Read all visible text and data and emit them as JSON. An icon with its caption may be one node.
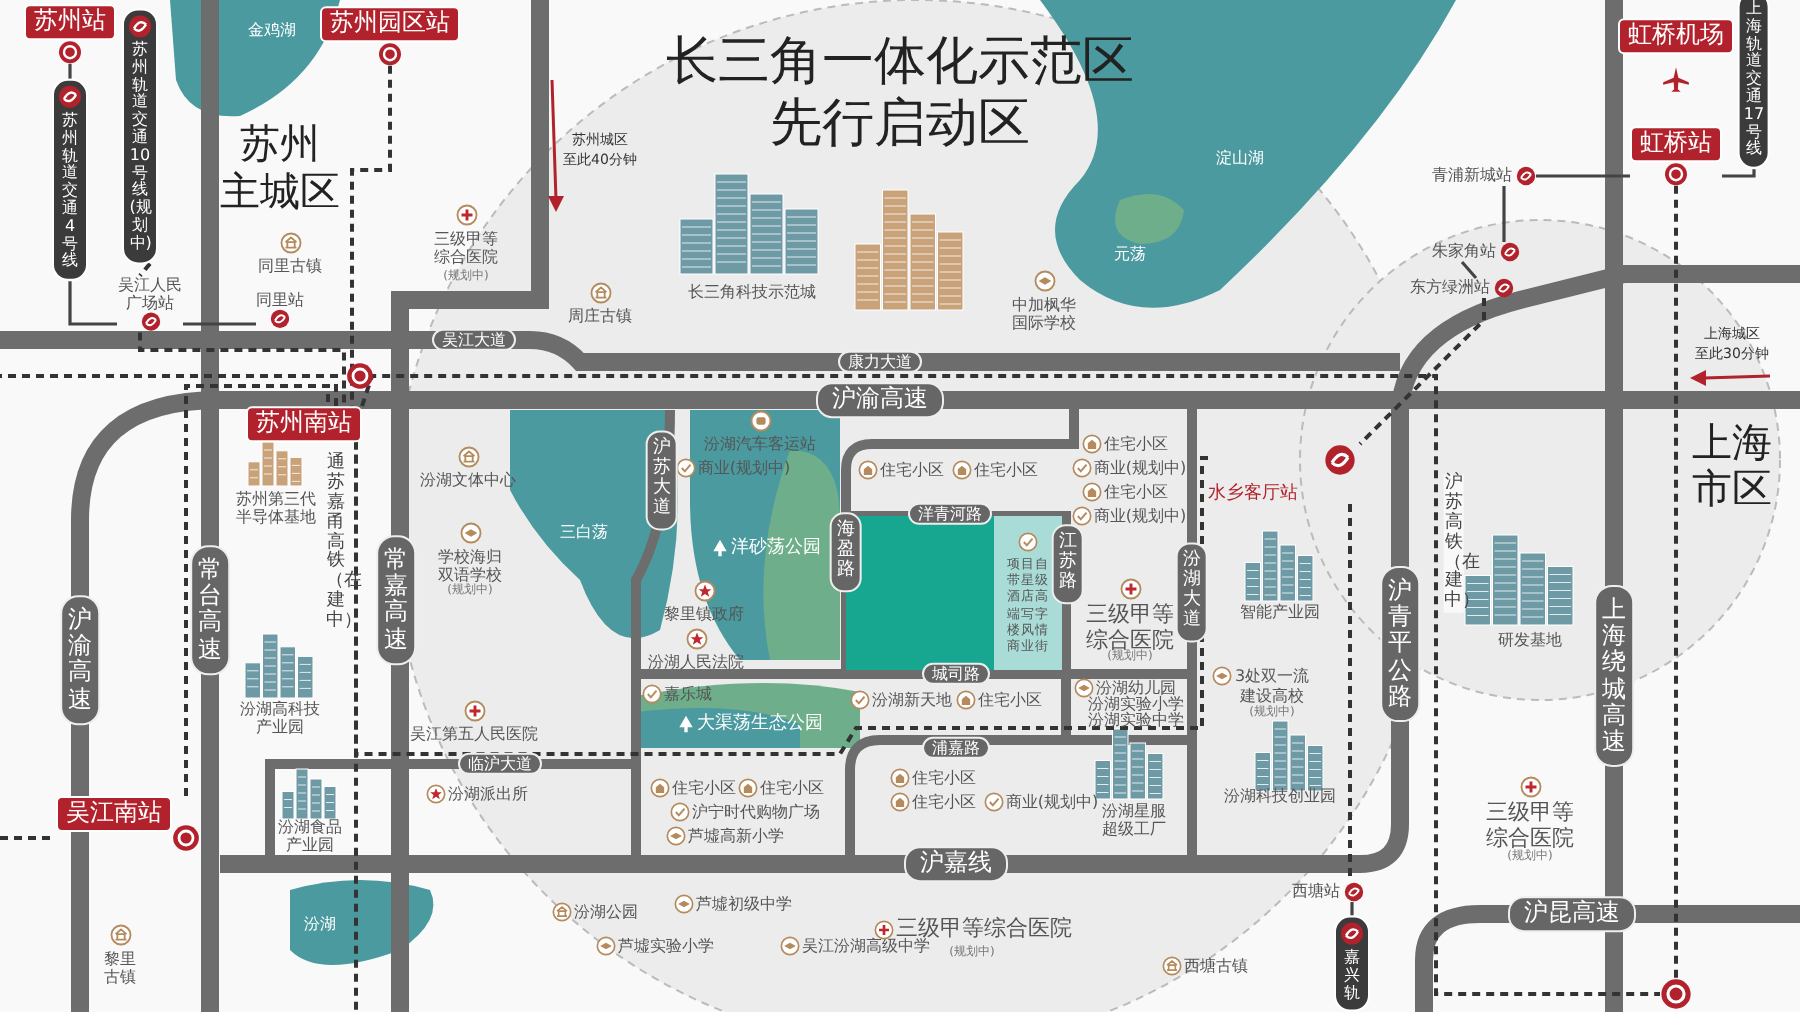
{
  "diagram": {
    "title": "长三角一体化示范区先行启动区",
    "nodes": [
      {
        "text": [
          "苏州站"
        ]
      },
      {
        "text": [
          "苏州轨道交通4号线"
        ]
      },
      {
        "text": [
          "苏州轨道交通10号线(规划中)"
        ]
      },
      {
        "text": [
          "吴江人民广场站"
        ]
      },
      {
        "text": [
          "同里站"
        ]
      },
      {
        "text": [
          "苏州园区站"
        ]
      },
      {
        "text": [
          "苏州南站"
        ]
      },
      {
        "text": [
          "虹桥机场"
        ]
      },
      {
        "text": [
          "虹桥站"
        ]
      },
      {
        "text": [
          "上海轨道交通17号线"
        ]
      },
      {
        "text": [
          "青浦新城站"
        ]
      },
      {
        "text": [
          "朱家角站"
        ]
      },
      {
        "text": [
          "东方绿洲站"
        ]
      },
      {
        "text": [
          "水乡客厅站"
        ]
      },
      {
        "text": [
          "西塘站"
        ]
      },
      {
        "text": [
          "嘉兴轨"
        ]
      },
      {
        "text": [
          "吴江南站"
        ]
      },
      {
        "text": [],
        "shape": "box"
      },
      {
        "text": [
          "项目自带星级酒店高端写字楼风情商业街"
        ]
      },
      {
        "text": [],
        "shape": "circle"
      }
    ],
    "edges": [
      {
        "from": 0,
        "to": 1,
        "arrow": "none"
      },
      {
        "from": 1,
        "to": 3,
        "arrow": "none"
      },
      {
        "from": 2,
        "to": 3,
        "arrow": "none",
        "style": "dashed"
      },
      {
        "from": 3,
        "to": 4,
        "arrow": "none"
      },
      {
        "from": 5,
        "to": 6,
        "arrow": "none",
        "style": "dashed"
      },
      {
        "from": 9,
        "to": 8,
        "arrow": "none"
      },
      {
        "from": 8,
        "to": 10,
        "arrow": "none"
      },
      {
        "from": 10,
        "to": 11,
        "arrow": "none"
      },
      {
        "from": 11,
        "to": 12,
        "arrow": "none"
      },
      {
        "from": 12,
        "to": 13,
        "arrow": "none",
        "style": "dashed"
      },
      {
        "from": 13,
        "to": 14,
        "arrow": "none",
        "style": "dashed"
      },
      {
        "from": 14,
        "to": 15,
        "arrow": "none"
      },
      {
        "from": 8,
        "to": 19,
        "arrow": "none",
        "style": "dashed"
      },
      {
        "from": 3,
        "to": 6,
        "arrow": "none",
        "style": "dashed"
      },
      {
        "from": 13,
        "to": 6,
        "arrow": "none",
        "style": "dashed"
      },
      {
        "from": 6,
        "to": 19,
        "arrow": "none",
        "style": "dashed"
      },
      {
        "from": 6,
        "to": null,
        "arrow": "none",
        "style": "dashed"
      },
      {
        "from": null,
        "to": 6,
        "arrow": "none",
        "style": "dashed"
      },
      {
        "from": 16,
        "to": 6,
        "arrow": "none",
        "style": "dashed"
      },
      {
        "from": null,
        "to": 16,
        "arrow": "none",
        "style": "dashed"
      }
    ],
    "labels": [
      "金鸡湖",
      "苏州",
      "主城区",
      "苏州城区",
      "至此40分钟",
      "三级甲等综合医院",
      "(规划中)",
      "同里古镇",
      "周庄古镇",
      "长三角科技示范城",
      "中加枫华国际学校",
      "元荡",
      "淀山湖",
      "吴江大道",
      "康力大道",
      "上海城区",
      "至此30分钟",
      "沪渝高速",
      "上海市区",
      "通苏嘉甬高铁（在建中）",
      "苏州第三代半导体基地",
      "汾湖文体中心",
      "学校海归双语学校",
      "(规划中)",
      "汾湖汽车客运站",
      "商业(规划中)",
      "住宅小区",
      "住宅小区",
      "住宅小区",
      "商业(规划中)",
      "住宅小区",
      "商业(规划中)",
      "三白荡",
      "洋砂荡公园",
      "洋青河路",
      "沪苏大道",
      "海盈路",
      "江苏路",
      "汾湖大道",
      "三级甲等综合医院",
      "(规划中)",
      "智能产业园",
      "3处双一流",
      "建设高校",
      "(规划中)",
      "黎里镇政府",
      "汾湖人民法院",
      "吴江第五人民医院",
      "沪苏高铁（在建中）",
      "研发基地",
      "沪青平公路",
      "上海绕城高速",
      "城司路",
      "嘉乐城",
      "汾湖新天地",
      "住宅小区",
      "大渠荡生态公园",
      "汾湖幼儿园",
      "汾湖实验小学",
      "汾湖实验中学",
      "浦嘉路",
      "临沪大道",
      "汾湖派出所",
      "住宅小区",
      "住宅小区",
      "沪宁时代购物广场",
      "芦墟高新小学",
      "住宅小区",
      "住宅小区",
      "商业(规划中)",
      "汾湖星服超级工厂",
      "汾湖科技创业园",
      "常台高速",
      "常嘉高速",
      "沪渝高速",
      "汾湖高科技产业园",
      "汾湖食品产业园",
      "沪嘉线",
      "三级甲等综合医院",
      "(规划中)",
      "汾湖公园",
      "芦墟初级中学",
      "芦墟实验小学",
      "吴江汾湖高级中学",
      "三级甲等综合医院",
      "(规划中)",
      "西塘古镇",
      "汾湖",
      "黎里古镇",
      "沪昆高速"
    ]
  }
}
